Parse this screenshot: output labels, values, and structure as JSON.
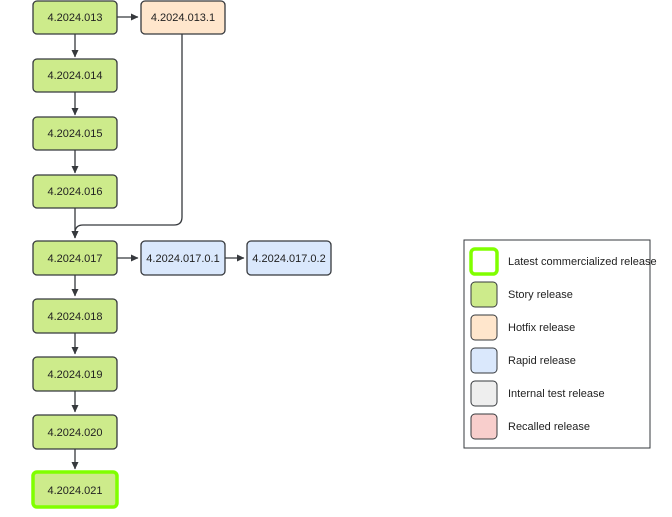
{
  "releases": {
    "r013": "4.2024.013",
    "r013_1": "4.2024.013.1",
    "r014": "4.2024.014",
    "r015": "4.2024.015",
    "r016": "4.2024.016",
    "r017": "4.2024.017",
    "r017_0_1": "4.2024.017.0.1",
    "r017_0_2": "4.2024.017.0.2",
    "r018": "4.2024.018",
    "r019": "4.2024.019",
    "r020": "4.2024.020",
    "r021": "4.2024.021"
  },
  "legend": {
    "latest": "Latest commercialized release",
    "story": "Story release",
    "hotfix": "Hotfix release",
    "rapid": "Rapid release",
    "internal": "Internal test release",
    "recalled": "Recalled release"
  },
  "colors": {
    "story_fill": "#cdeb8b",
    "hotfix_fill": "#ffe6cc",
    "rapid_fill": "#dae8fc",
    "internal_fill": "#eeeeee",
    "recalled_fill": "#f8cecc",
    "latest_border": "#80ff00",
    "stroke": "#36393d"
  }
}
